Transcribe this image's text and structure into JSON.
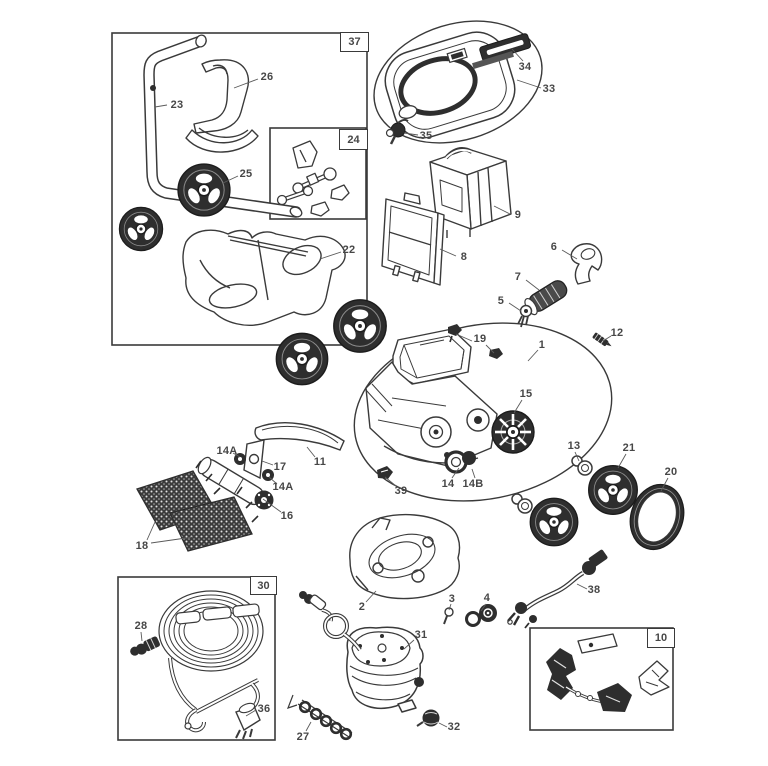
{
  "diagram": {
    "kind": "exploded-parts-diagram",
    "colors": {
      "background": "#ffffff",
      "line": "#3a3a3a",
      "dark_fill": "#2e2e2e",
      "label": "#474747"
    },
    "boxes": {
      "b37": "37",
      "b24": "24",
      "b30": "30",
      "b10": "10"
    },
    "parts": {
      "p1": "1",
      "p2": "2",
      "p3": "3",
      "p4": "4",
      "p5": "5",
      "p6": "6",
      "p7": "7",
      "p8": "8",
      "p9": "9",
      "p11": "11",
      "p12": "12",
      "p13": "13",
      "p14": "14",
      "p14a": "14A",
      "p14b": "14B",
      "p15": "15",
      "p16": "16",
      "p17": "17",
      "p18": "18",
      "p19": "19",
      "p20": "20",
      "p21": "21",
      "p22": "22",
      "p23": "23",
      "p25": "25",
      "p26": "26",
      "p27": "27",
      "p28": "28",
      "p31": "31",
      "p32": "32",
      "p33": "33",
      "p34": "34",
      "p35": "35",
      "p36": "36",
      "p38": "38",
      "p39": "39"
    }
  }
}
